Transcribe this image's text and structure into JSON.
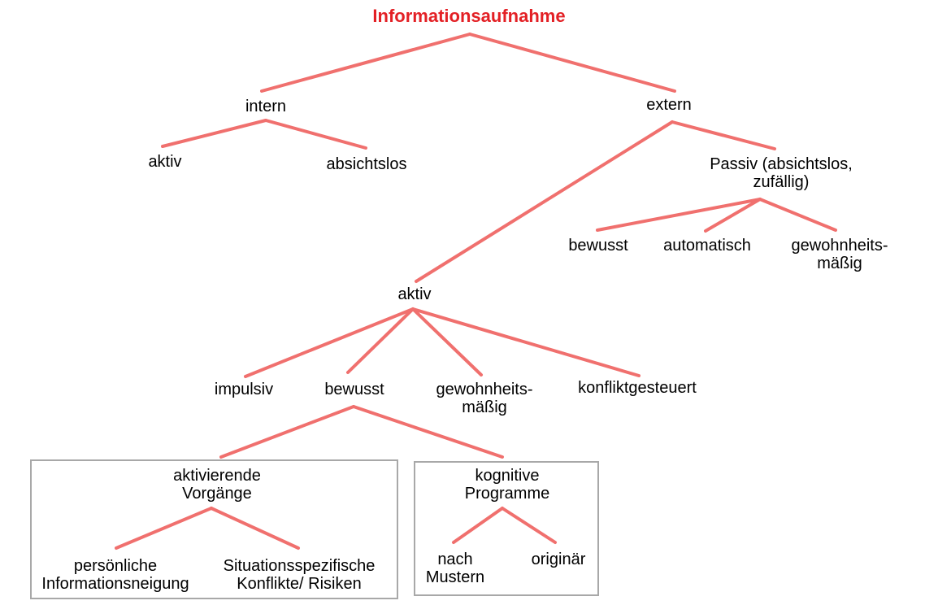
{
  "colors": {
    "title": "#e32025",
    "line": "#f0706e",
    "box_border": "#a8a8a8",
    "text": "#000000",
    "background": "#ffffff"
  },
  "tree": {
    "label": "Informationsaufnahme",
    "children": [
      {
        "label": "intern",
        "children": [
          {
            "label": "aktiv"
          },
          {
            "label": "absichtslos"
          }
        ]
      },
      {
        "label": "extern",
        "children": [
          {
            "label": "aktiv",
            "children": [
              {
                "label": "impulsiv"
              },
              {
                "label": "bewusst",
                "children": [
                  {
                    "label": "aktivierende\nVorgänge",
                    "boxed": true,
                    "children": [
                      {
                        "label": "persönliche\nInformationsneigung"
                      },
                      {
                        "label": "Situationsspezifische\nKonflikte/ Risiken"
                      }
                    ]
                  },
                  {
                    "label": "kognitive\nProgramme",
                    "boxed": true,
                    "children": [
                      {
                        "label": "nach\nMustern"
                      },
                      {
                        "label": "originär"
                      }
                    ]
                  }
                ]
              },
              {
                "label": "gewohnheits-\nmäßig"
              },
              {
                "label": "konfliktgesteuert"
              }
            ]
          },
          {
            "label": "Passiv (absichtslos, zufällig)",
            "children": [
              {
                "label": "bewusst"
              },
              {
                "label": "automatisch"
              },
              {
                "label": "gewohnheits-\nmäßig"
              }
            ]
          }
        ]
      }
    ]
  }
}
